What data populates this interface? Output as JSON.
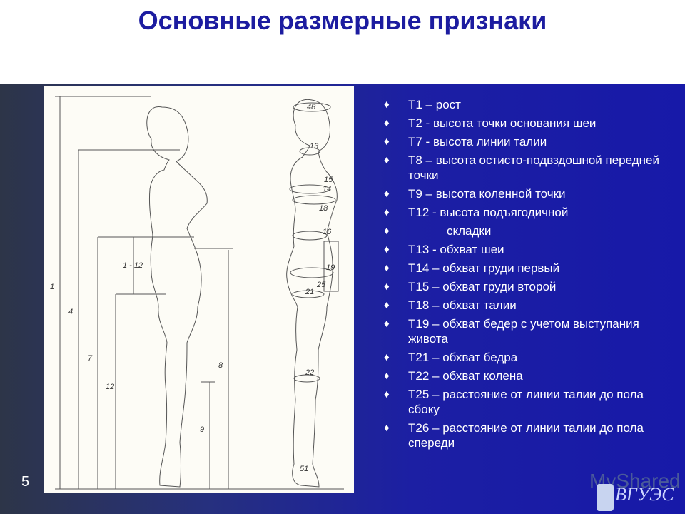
{
  "slide": {
    "title": "Основные размерные признаки",
    "page_number": "5",
    "logo_text": "MyShared",
    "logo_sub": "ВГУЭС"
  },
  "figure": {
    "front_labels": [
      "1",
      "4",
      "7",
      "12",
      "1 - 12",
      "8",
      "9"
    ],
    "side_labels": [
      "48",
      "13",
      "15",
      "14",
      "18",
      "16",
      "19",
      "25",
      "21",
      "22",
      "51"
    ]
  },
  "bullets": [
    {
      "text": "Т1 – рост"
    },
    {
      "text": "Т2 - высота точки основания шеи"
    },
    {
      "text": "Т7 - высота линии талии"
    },
    {
      "text": "Т8 – высота остисто-подвздошной передней точки"
    },
    {
      "text": "Т9 – высота коленной точки"
    },
    {
      "text": "Т12 - высота подъягодичной"
    },
    {
      "text": "складки",
      "indent": true
    },
    {
      "text": "Т13 - обхват шеи"
    },
    {
      "text": "Т14 – обхват груди первый"
    },
    {
      "text": "Т15 – обхват груди второй"
    },
    {
      "text": "Т18 – обхват талии"
    },
    {
      "text": "Т19 – обхват бедер с учетом выступания живота"
    },
    {
      "text": "Т21 – обхват бедра"
    },
    {
      "text": "Т22 – обхват колена"
    },
    {
      "text": "Т25 – расстояние от линии талии до пола сбоку"
    },
    {
      "text": "Т26 – расстояние от линии талии до пола спереди"
    }
  ]
}
